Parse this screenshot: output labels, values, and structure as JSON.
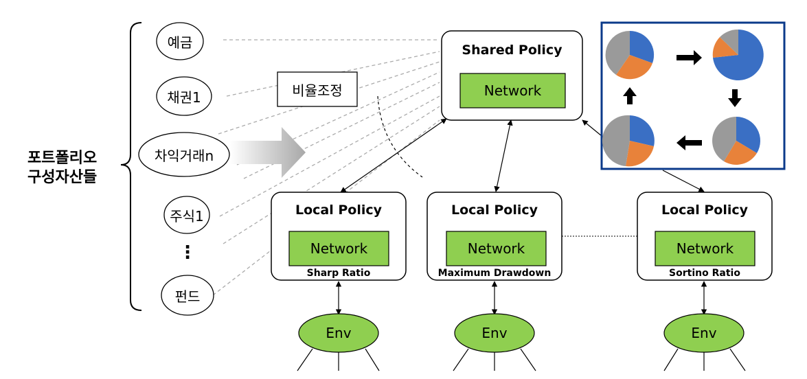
{
  "group_label": {
    "line1": "포트폴리오",
    "line2": "구성자산들"
  },
  "assets": [
    "예금",
    "채권1",
    "차익거래n",
    "주식1",
    "⋮",
    "펀드"
  ],
  "rebalance_label": "비율조정",
  "shared_policy": {
    "title": "Shared Policy",
    "network": "Network"
  },
  "local_policies": [
    {
      "title": "Local Policy",
      "network": "Network",
      "metric": "Sharp Ratio",
      "env": "Env"
    },
    {
      "title": "Local Policy",
      "network": "Network",
      "metric": "Maximum Drawdown",
      "env": "Env"
    },
    {
      "title": "Local Policy",
      "network": "Network",
      "metric": "Sortino Ratio",
      "env": "Env"
    }
  ],
  "colors": {
    "network_fill": "#8fcf50",
    "env_fill": "#8fcf50",
    "pie_blue": "#3a6fc4",
    "pie_orange": "#e8823a",
    "pie_gray": "#9a9a9a",
    "inset_bg": "#0b3a8a"
  }
}
